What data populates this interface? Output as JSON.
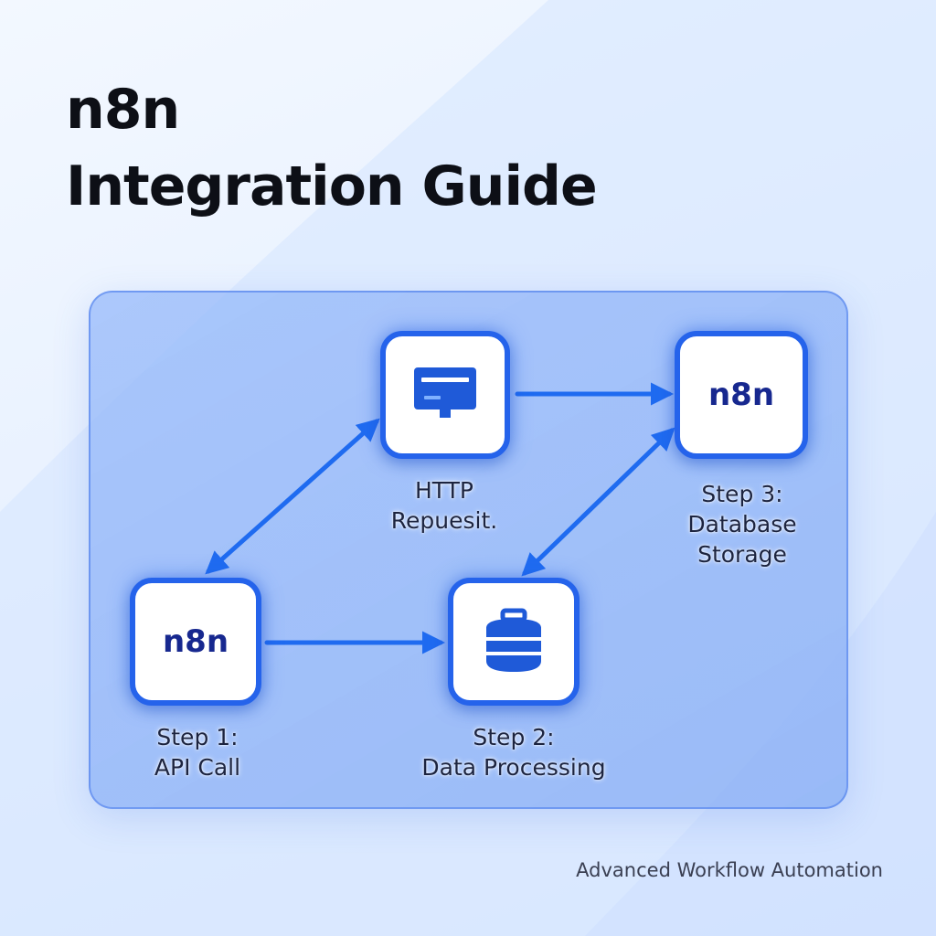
{
  "title": {
    "line1": "n8n",
    "line2": "Integration Guide"
  },
  "nodes": {
    "api": {
      "text": "n8n",
      "label_line1": "Step 1:",
      "label_line2": "API Call"
    },
    "http": {
      "icon": "monitor-icon",
      "label_line1": "HTTP",
      "label_line2": "Repuesit."
    },
    "processing": {
      "icon": "database-icon",
      "label_line1": "Step 2:",
      "label_line2": "Data Processing"
    },
    "storage": {
      "text": "n8n",
      "label_line1": "Step 3:",
      "label_line2": "Database",
      "label_line3": "Storage"
    }
  },
  "footer": "Advanced Workflow Automation",
  "colors": {
    "accent": "#2563eb",
    "node_text": "#17288f",
    "panel": "#94b7f8"
  }
}
